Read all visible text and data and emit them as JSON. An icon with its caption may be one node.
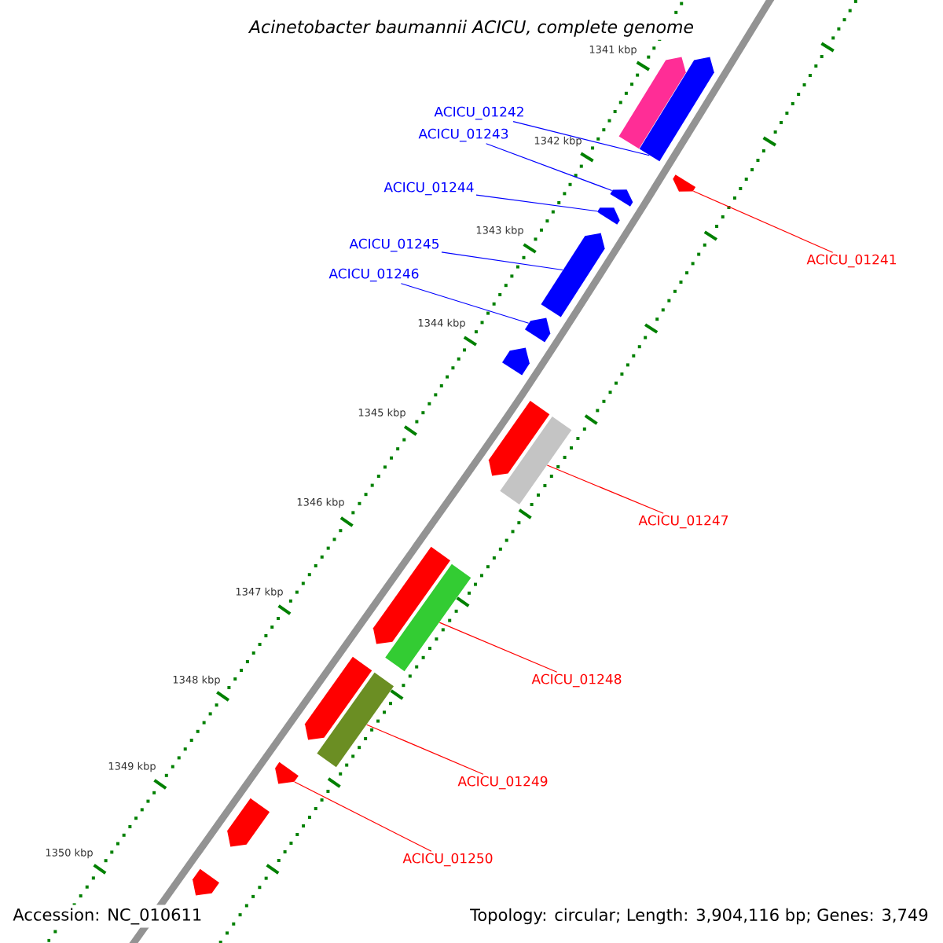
{
  "diagram": {
    "title": "Acinetobacter baumannii ACICU, complete genome",
    "nodes": [
      {
        "text": [
          "ACICU_01242"
        ]
      },
      {
        "text": [
          "ACICU_01243"
        ]
      },
      {
        "text": [
          "ACICU_01244"
        ]
      },
      {
        "text": [
          "ACICU_01245"
        ]
      },
      {
        "text": [
          "ACICU_01241"
        ]
      },
      {
        "text": [
          "ACICU_01246"
        ]
      },
      {
        "text": [
          "ACICU_01247"
        ]
      },
      {
        "text": [
          "ACICU_01248"
        ]
      },
      {
        "text": [
          "ACICU_01249"
        ]
      },
      {
        "text": [
          "ACICU_01250"
        ]
      },
      {
        "text": [],
        "shape": "arrow"
      },
      {
        "text": [],
        "shape": "arrow"
      },
      {
        "text": [],
        "shape": "arrow"
      },
      {
        "text": [],
        "shape": "arrow"
      },
      {
        "text": [],
        "shape": "arrow"
      },
      {
        "text": [],
        "shape": "arrow"
      },
      {
        "text": [],
        "shape": "arrow"
      },
      {
        "text": [],
        "shape": "arrow"
      },
      {
        "text": [],
        "shape": "arrow"
      },
      {
        "text": [],
        "shape": "bar"
      },
      {
        "text": [],
        "shape": "arrow"
      },
      {
        "text": [],
        "shape": "bar"
      },
      {
        "text": [],
        "shape": "arrow"
      },
      {
        "text": [],
        "shape": "bar"
      },
      {
        "text": [],
        "shape": "arrow"
      },
      {
        "text": [],
        "shape": "arrow"
      },
      {
        "text": [],
        "shape": "arrow"
      }
    ],
    "edges": [
      {
        "from": 0,
        "to": 11,
        "arrow": "none",
        "color": "#0000ff"
      },
      {
        "from": 1,
        "to": 12,
        "arrow": "none",
        "color": "#0000ff"
      },
      {
        "from": 2,
        "to": 13,
        "arrow": "none",
        "color": "#0000ff"
      },
      {
        "from": 3,
        "to": 15,
        "arrow": "none",
        "color": "#0000ff"
      },
      {
        "from": 4,
        "to": 14,
        "arrow": "none",
        "color": "#ff0000"
      },
      {
        "from": 5,
        "to": 16,
        "arrow": "none",
        "color": "#0000ff"
      },
      {
        "from": 6,
        "to": 19,
        "arrow": "none",
        "color": "#ff0000"
      },
      {
        "from": 7,
        "to": 21,
        "arrow": "none",
        "color": "#ff0000"
      },
      {
        "from": 8,
        "to": 23,
        "arrow": "none",
        "color": "#ff0000"
      },
      {
        "from": 9,
        "to": 24,
        "arrow": "none",
        "color": "#ff0000"
      }
    ],
    "labels": [
      "1341 kbp",
      "1342 kbp",
      "1343 kbp",
      "1344 kbp",
      "1345 kbp",
      "1346 kbp",
      "1347 kbp",
      "1348 kbp",
      "1349 kbp",
      "1350 kbp",
      "Accession: NC_010611",
      "Topology: circular; Length: 3,904,116 bp; Genes: 3,749"
    ]
  }
}
